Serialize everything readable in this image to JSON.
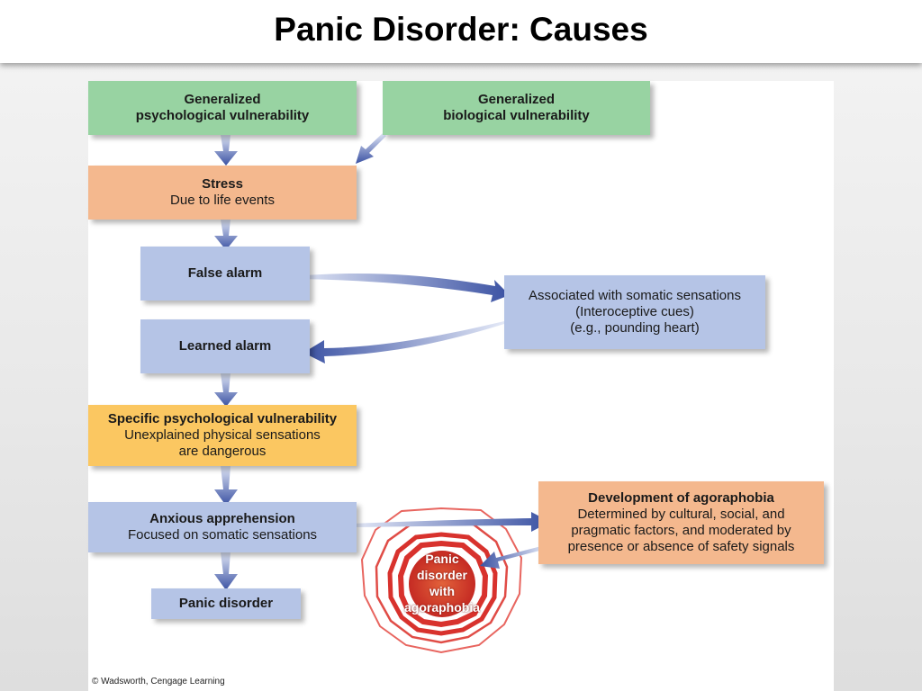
{
  "slide": {
    "title": "Panic Disorder:  Causes"
  },
  "boxes": {
    "psych_vuln": {
      "line1": "Generalized",
      "line2": "psychological vulnerability"
    },
    "bio_vuln": {
      "line1": "Generalized",
      "line2": "biological vulnerability"
    },
    "stress": {
      "heading": "Stress",
      "sub": "Due to life events"
    },
    "false_alarm": {
      "heading": "False alarm"
    },
    "somatic": {
      "line1": "Associated with somatic sensations",
      "line2": "(Interoceptive cues)",
      "line3": "(e.g., pounding heart)"
    },
    "learned_alarm": {
      "heading": "Learned alarm"
    },
    "specific_vuln": {
      "heading": "Specific psychological vulnerability",
      "line1": "Unexplained physical sensations",
      "line2": "are dangerous"
    },
    "anxious": {
      "heading": "Anxious apprehension",
      "sub": "Focused on somatic sensations"
    },
    "agoraphobia_dev": {
      "heading": "Development of agoraphobia",
      "line1": "Determined by cultural, social, and",
      "line2": "pragmatic factors, and moderated by",
      "line3": "presence or absence of safety signals"
    },
    "panic": {
      "heading": "Panic disorder"
    }
  },
  "target": {
    "line1": "Panic",
    "line2": "disorder",
    "line3": "with",
    "line4": "agoraphobia"
  },
  "footer": {
    "copyright": "© Wadsworth, Cengage Learning"
  },
  "colors": {
    "green": "#98d3a2",
    "salmon": "#f4b88e",
    "blue": "#b5c4e6",
    "yellow": "#fbc761",
    "arrow": "#3f56a6",
    "ring": "#d8322d"
  }
}
